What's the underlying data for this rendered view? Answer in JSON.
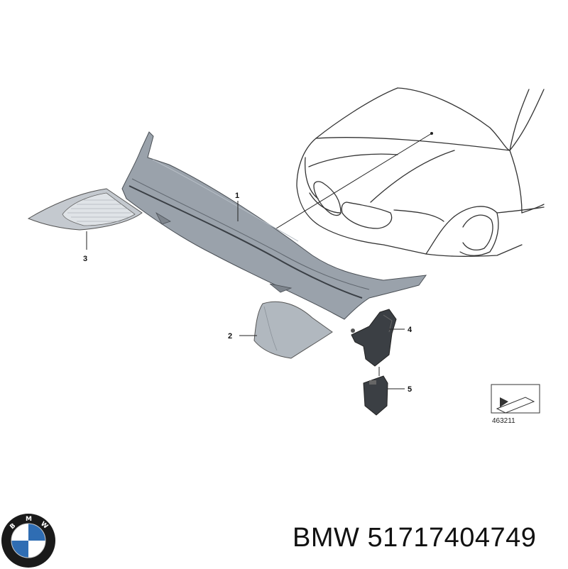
{
  "diagram": {
    "callouts": [
      "1",
      "2",
      "3",
      "4",
      "5"
    ],
    "reference_code": "463211"
  },
  "caption": {
    "brand": "BMW",
    "part_number": "51717404749"
  },
  "logo": {
    "letters": [
      "B",
      "M",
      "W"
    ],
    "colors": {
      "ring": "#1a1a1a",
      "blue": "#2f6db3",
      "white": "#ffffff"
    }
  }
}
